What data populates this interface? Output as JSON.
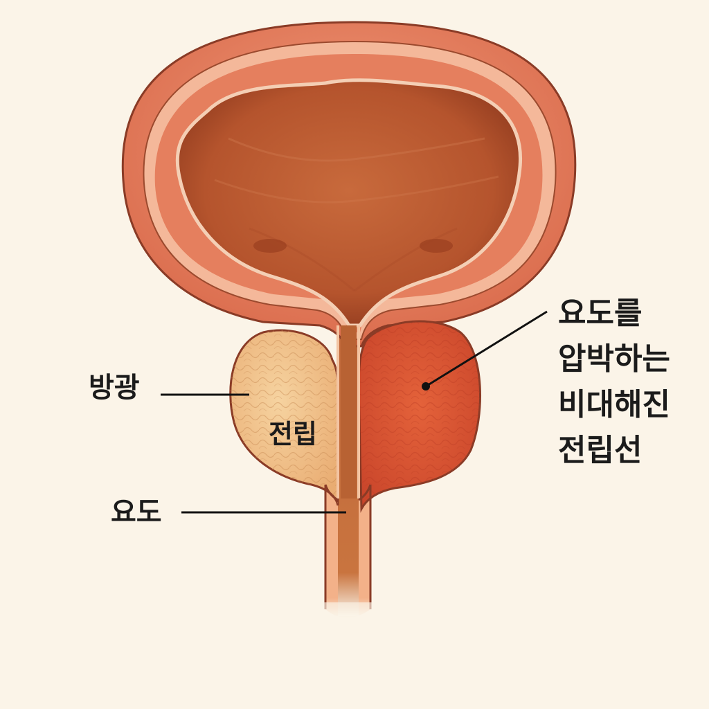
{
  "labels": {
    "bladder": "방광",
    "prostate": "전립",
    "urethra": "요도",
    "enlarged_prostate_lines": [
      "요도를",
      "압박하는",
      "비대해진",
      "전립선"
    ]
  },
  "colors": {
    "background": "#fbf4e8",
    "outline": "#8a3b26",
    "bladder_wall": "#e27f5e",
    "bladder_lumen": "#b5542d",
    "normal_prostate": "#f2c28b",
    "enlarged_prostate": "#d9532f",
    "urethra": "#c9743f",
    "leader_line": "#111111"
  }
}
